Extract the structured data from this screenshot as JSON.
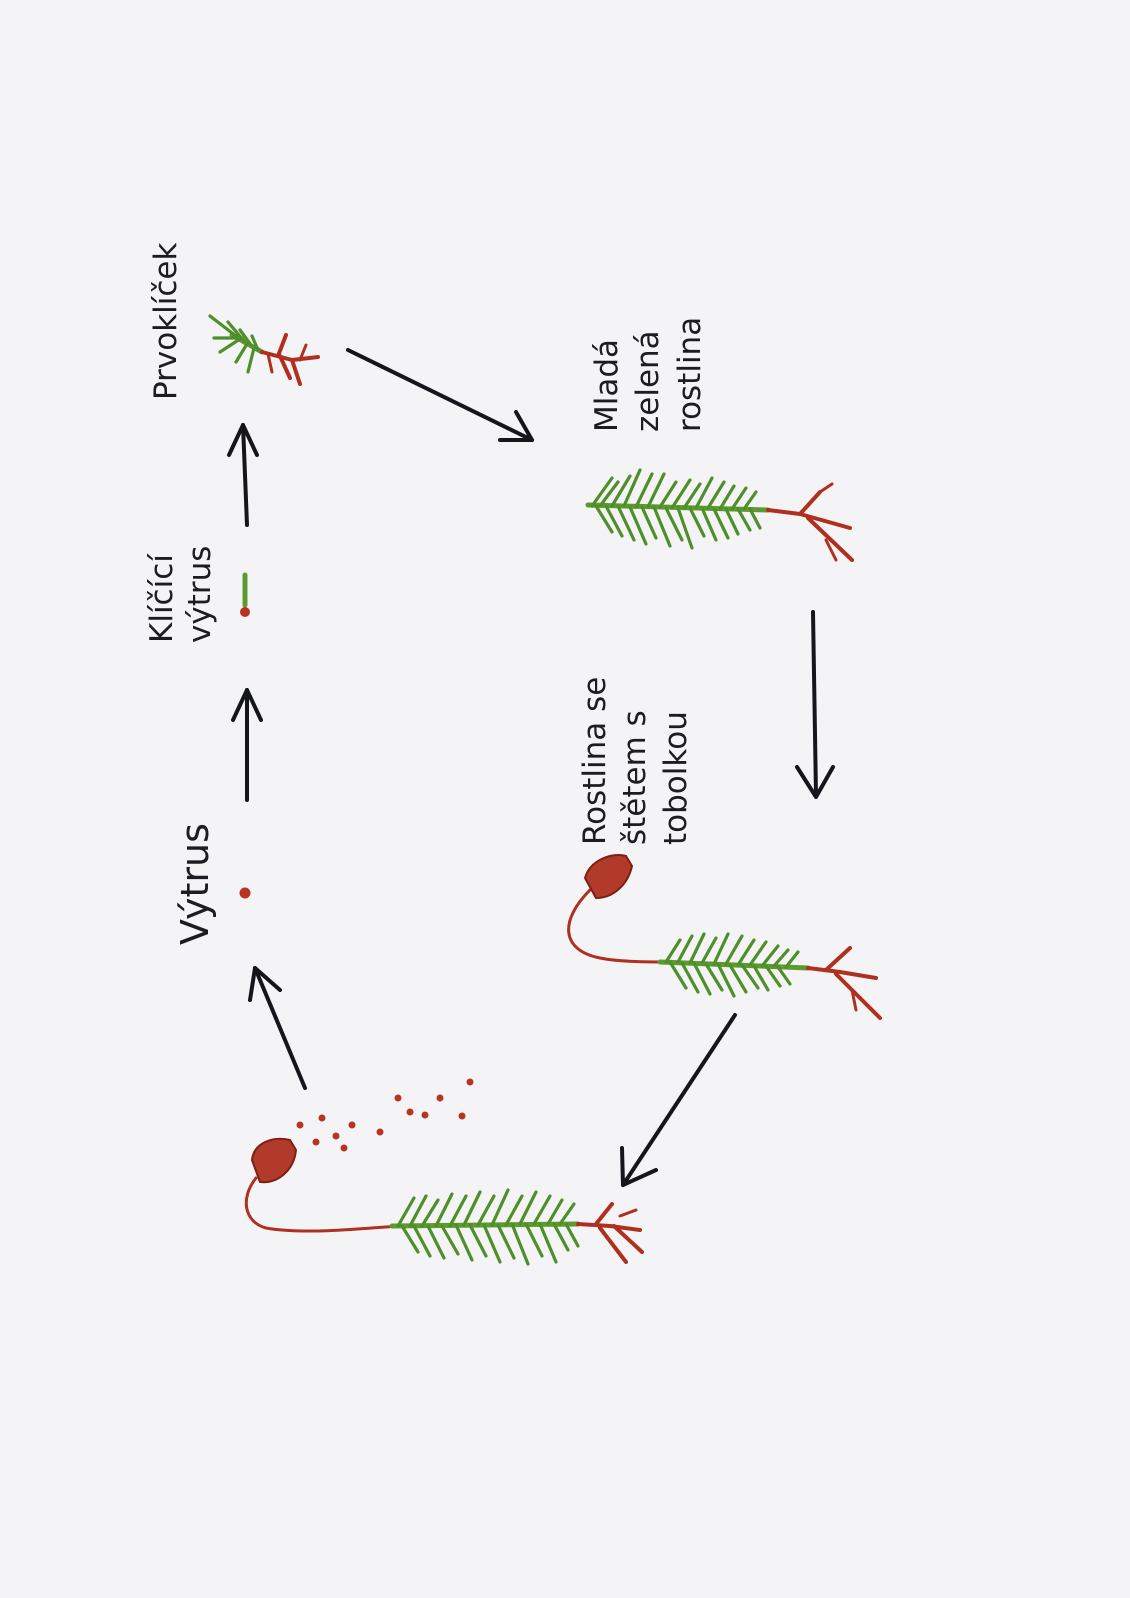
{
  "stages": {
    "vytrus": "Výtrus",
    "klicici_vytrus": [
      "Klíčící",
      "výtrus"
    ],
    "prvoklicek": "Prvoklíček",
    "mlada_rostlina": [
      "Mladá",
      "zelená",
      "rostlina"
    ],
    "rostlina_se_stetem": [
      "Rostlina se",
      "štětem s",
      "tobolkou"
    ]
  },
  "colors": {
    "paper": "#f4f4f6",
    "ink": "#15151c",
    "moss_green": "#4f8f2a",
    "rhizoid_red": "#b0301f"
  }
}
